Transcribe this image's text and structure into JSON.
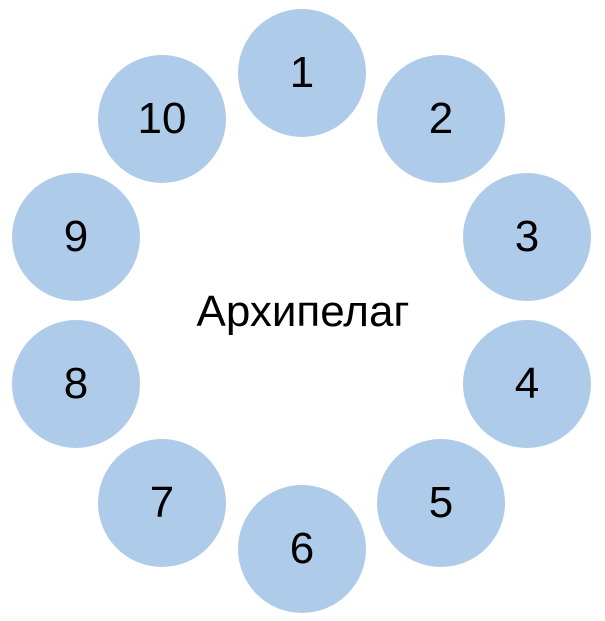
{
  "center": {
    "label": "Архипелаг"
  },
  "islands": [
    {
      "label": "1"
    },
    {
      "label": "2"
    },
    {
      "label": "3"
    },
    {
      "label": "4"
    },
    {
      "label": "5"
    },
    {
      "label": "6"
    },
    {
      "label": "7"
    },
    {
      "label": "8"
    },
    {
      "label": "9"
    },
    {
      "label": "10"
    }
  ],
  "colors": {
    "island_fill": "#aecbea",
    "text": "#000000",
    "background": "#ffffff"
  }
}
